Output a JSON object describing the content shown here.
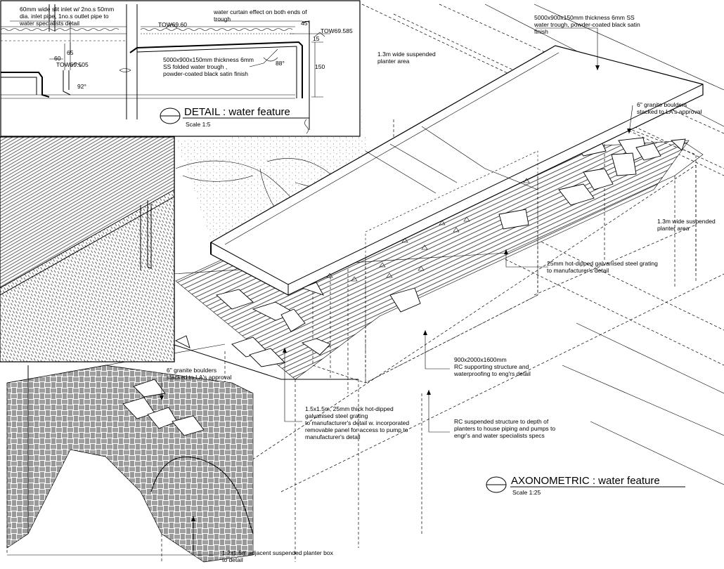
{
  "detail": {
    "title": "DETAIL : water feature",
    "scale": "Scale 1:5",
    "annotations": {
      "inlet": [
        "60mm wide slit inlet w/ 2no.s 50mm",
        "dia. inlet pipe, 1no.s outlet pipe  to",
        "water specialists detail"
      ],
      "curtain": [
        "water curtain effect on both ends of",
        "trough"
      ],
      "tow_left_top": "TOW69.60",
      "tow_right": "TOW69.585",
      "tow_left_low": "TOW69.505",
      "dim_60": "60",
      "dim_65": "65",
      "dim_15": "15",
      "dim_150": "150",
      "angle_45": "45°",
      "angle_88": "88°",
      "angle_92": "92°",
      "trough": [
        "5000x900x150mm  thickness 6mm",
        "SS folded water trough ,",
        "powder-coated black satin finish"
      ]
    }
  },
  "axonometric": {
    "title": "AXONOMETRIC : water feature",
    "scale": "Scale 1:25",
    "annotations": {
      "trough": [
        "5000x900x150mm  thickness 6mm SS",
        "water trough, powder-coated black satin",
        "finish"
      ],
      "planter_top": [
        "1.3m wide suspended",
        "planter area"
      ],
      "boulders_right": [
        "6\" granite boulders",
        "stacked to LA's approval"
      ],
      "planter_right": [
        "1.3m wide suspended",
        "planter area"
      ],
      "grating_right": [
        "25mm hot-dipped galvanised steel grating",
        "to manufacturer's detail"
      ],
      "rc_support": [
        "900x2000x1600mm",
        "RC supporting structure and",
        "waterproofing to eng'rs detail"
      ],
      "boulders_left": [
        "6\" granite boulders",
        "stacked to LA's approval"
      ],
      "grating_panel": [
        "1.5x1.5m, 25mm thick hot-dipped",
        "galvanised steel grating",
        "to manufacturer's detail w. incorporated",
        "removable panel for access to pump to",
        "manufacturer's detail"
      ],
      "rc_suspended": [
        "RC suspended structure to depth of",
        "planters to house piping and pumps to",
        "engr's and water specialists specs"
      ],
      "planter_box": [
        "1.2x1.5m adjacent suspended planter box",
        "to detail"
      ]
    }
  }
}
